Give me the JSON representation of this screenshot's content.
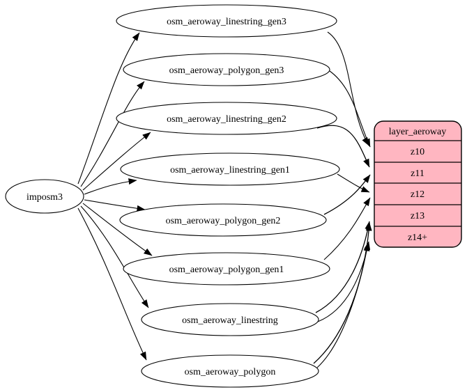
{
  "source_node": {
    "label": "imposm3"
  },
  "table_nodes": [
    {
      "label": "osm_aeroway_linestring_gen3"
    },
    {
      "label": "osm_aeroway_polygon_gen3"
    },
    {
      "label": "osm_aeroway_linestring_gen2"
    },
    {
      "label": "osm_aeroway_linestring_gen1"
    },
    {
      "label": "osm_aeroway_polygon_gen2"
    },
    {
      "label": "osm_aeroway_polygon_gen1"
    },
    {
      "label": "osm_aeroway_linestring"
    },
    {
      "label": "osm_aeroway_polygon"
    }
  ],
  "layer_node": {
    "header": "layer_aeroway",
    "zoom_rows": [
      "z10",
      "z11",
      "z12",
      "z13",
      "z14+"
    ]
  },
  "colors": {
    "record_fill": "#ffb6c1",
    "node_fill": "#ffffff",
    "stroke": "#000000",
    "background": "#ffffff"
  },
  "edges": [
    {
      "from": "imposm3",
      "to": "osm_aeroway_linestring_gen3"
    },
    {
      "from": "imposm3",
      "to": "osm_aeroway_polygon_gen3"
    },
    {
      "from": "imposm3",
      "to": "osm_aeroway_linestring_gen2"
    },
    {
      "from": "imposm3",
      "to": "osm_aeroway_linestring_gen1"
    },
    {
      "from": "imposm3",
      "to": "osm_aeroway_polygon_gen2"
    },
    {
      "from": "imposm3",
      "to": "osm_aeroway_polygon_gen1"
    },
    {
      "from": "imposm3",
      "to": "osm_aeroway_linestring"
    },
    {
      "from": "imposm3",
      "to": "osm_aeroway_polygon"
    },
    {
      "from": "osm_aeroway_linestring_gen3",
      "to": "z10"
    },
    {
      "from": "osm_aeroway_polygon_gen3",
      "to": "z10"
    },
    {
      "from": "osm_aeroway_linestring_gen2",
      "to": "z11"
    },
    {
      "from": "osm_aeroway_polygon_gen2",
      "to": "z11"
    },
    {
      "from": "osm_aeroway_linestring_gen1",
      "to": "z12"
    },
    {
      "from": "osm_aeroway_polygon_gen1",
      "to": "z12"
    },
    {
      "from": "osm_aeroway_linestring",
      "to": "z13"
    },
    {
      "from": "osm_aeroway_polygon",
      "to": "z13"
    },
    {
      "from": "osm_aeroway_linestring",
      "to": "z14+"
    },
    {
      "from": "osm_aeroway_polygon",
      "to": "z14+"
    }
  ]
}
